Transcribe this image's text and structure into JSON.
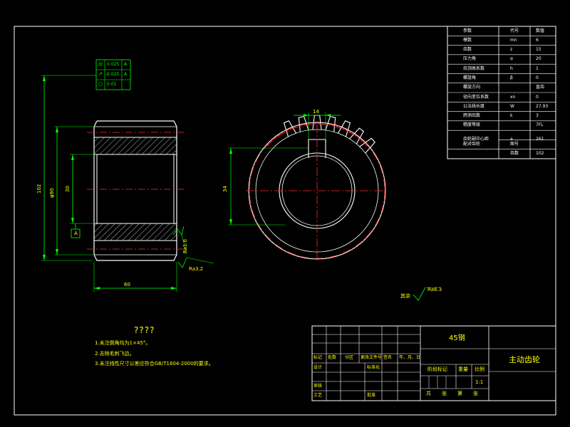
{
  "colors": {
    "background": "#000000",
    "frame": "#ffffff",
    "dim": "#00ff00",
    "center": "#ff2a2a",
    "text": "#ffff00"
  },
  "param_table": {
    "headers": [
      "参数",
      "代号",
      "数值"
    ],
    "rows": [
      [
        "模数",
        "mn",
        "6"
      ],
      [
        "齿数",
        "z",
        "15"
      ],
      [
        "压力角",
        "α",
        "20"
      ],
      [
        "齿顶高系数",
        "h",
        "1"
      ],
      [
        "螺旋角",
        "β",
        "0"
      ],
      [
        "螺旋方向",
        "",
        "直齿"
      ],
      [
        "径向变位系数",
        "xn",
        "0"
      ],
      [
        "公法线长度",
        "W",
        "27.93"
      ],
      [
        "跨测齿数",
        "k",
        "3"
      ],
      [
        "精度等级",
        "",
        "7FL"
      ],
      [
        "齿轮副中心距",
        "a",
        "261"
      ],
      [
        "配对齿轮",
        "图号",
        ""
      ],
      [
        "",
        "齿数",
        "102"
      ]
    ]
  },
  "tolerance_frame": {
    "rows": [
      {
        "symbol": "◎",
        "value": "0.025",
        "datum": "A"
      },
      {
        "symbol": "↗",
        "value": "0.025",
        "datum": "A"
      },
      {
        "symbol": "○",
        "value": "0.01",
        "datum": ""
      }
    ]
  },
  "dimensions": {
    "outer_dia": "102",
    "pitch_dia": "φ90",
    "bore_dia": "30",
    "width": "60",
    "keyway_width": "14",
    "keyway_depth": "34",
    "datum": "A",
    "roughness_1": "Ra1.6",
    "roughness_2": "Ra3.2",
    "roughness_rest_prefix": "其余",
    "roughness_rest": "Ra6.3"
  },
  "notes": {
    "title": "????",
    "items": [
      "1.未注倒角均为1×45°。",
      "2.去除毛刺飞边。",
      "3.未注线性尺寸公差应符合GB/T1804-2000的要求。"
    ]
  },
  "title_block": {
    "material": "45钢",
    "part_name": "主动齿轮",
    "scale": "1:1",
    "mark_row": [
      "标记",
      "处数",
      "分区",
      "更改文件号",
      "签名",
      "年、月、日"
    ],
    "design": "设计",
    "standardize": "标准化",
    "stage_mark": "阶段标记",
    "weight": "重量",
    "scale_label": "比例",
    "review": "审核",
    "process": "工艺",
    "approve": "批准",
    "sheets": "共　张　第　张"
  }
}
